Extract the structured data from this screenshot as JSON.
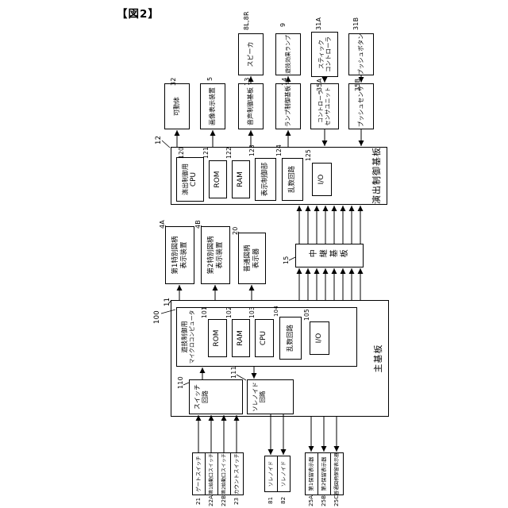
{
  "figure_label": "【図2】",
  "blocks": {
    "speaker": {
      "ref": "8L,8R",
      "label": "スピーカ"
    },
    "effect_lamp": {
      "ref": "9",
      "label": "遊技効果ランプ"
    },
    "stick_controller": {
      "ref": "31A",
      "line1": "スティック",
      "line2": "コントローラ"
    },
    "push_button": {
      "ref": "31B",
      "label": "プッシュボタン"
    },
    "movable_body": {
      "ref": "32",
      "label": "可動体"
    },
    "image_display": {
      "ref": "5",
      "label": "画像表示装置"
    },
    "audio_control_board": {
      "ref": "13",
      "label": "音声制御基板"
    },
    "lamp_control_board": {
      "ref": "14",
      "label": "ランプ制御基板"
    },
    "controller_sensor_unit": {
      "ref": "35A",
      "line1": "コントローラ",
      "line2": "センサユニット"
    },
    "push_sensor": {
      "ref": "35B",
      "label": "プッシュセンサ"
    },
    "special_display_1": {
      "ref": "4A",
      "line1": "第1特別図柄",
      "line2": "表示装置"
    },
    "special_display_2": {
      "ref": "4B",
      "line1": "第2特別図柄",
      "line2": "表示装置"
    },
    "normal_display": {
      "ref": "20",
      "line1": "普通図柄",
      "line2": "表示器"
    },
    "relay_board": {
      "ref": "15",
      "label": "中継基板"
    },
    "gate_switch": {
      "ref": "21",
      "label": "ゲートスイッチ"
    },
    "start_switch_1": {
      "ref": "22A",
      "label": "第1始動口スイッチ"
    },
    "start_switch_2": {
      "ref": "22B",
      "label": "第2始動口スイッチ"
    },
    "count_switch": {
      "ref": "23",
      "label": "カウントスイッチ"
    },
    "solenoid_81": {
      "ref": "81",
      "label": "ソレノイド"
    },
    "solenoid_82": {
      "ref": "82",
      "label": "ソレノイド"
    },
    "hold_display_1": {
      "ref": "25A",
      "label": "第1保留表示器"
    },
    "hold_display_2": {
      "ref": "25B",
      "label": "第2保留表示器"
    },
    "normal_hold_display": {
      "ref": "25C",
      "label": "普通図柄保留表示器"
    }
  },
  "effect_board": {
    "ref": "12",
    "label": "演出制御基板",
    "cpu": {
      "ref": "120",
      "line1": "演出制御用",
      "line2": "CPU"
    },
    "rom": {
      "ref": "121",
      "label": "ROM"
    },
    "ram": {
      "ref": "122",
      "label": "RAM"
    },
    "display_control": {
      "ref": "123",
      "label": "表示制御部"
    },
    "random_circuit": {
      "ref": "124",
      "label": "乱数回路"
    },
    "io": {
      "ref": "125",
      "label": "I/O"
    }
  },
  "main_board": {
    "ref": "11",
    "label": "主基板",
    "micom": {
      "ref": "100",
      "line1": "遊技制御用",
      "line2": "マイクロコンピュータ",
      "rom": {
        "ref": "101",
        "label": "ROM"
      },
      "ram": {
        "ref": "102",
        "label": "RAM"
      },
      "cpu": {
        "ref": "103",
        "label": "CPU"
      },
      "random_circuit": {
        "ref": "104",
        "label": "乱数回路"
      },
      "io": {
        "ref": "105",
        "label": "I/O"
      }
    },
    "switch_circuit": {
      "ref": "110",
      "line1": "スイッチ",
      "line2": "回路"
    },
    "solenoid_circuit": {
      "ref": "111",
      "line1": "ソレノイド",
      "line2": "回路"
    }
  },
  "colors": {
    "line": "#000000",
    "background": "#ffffff"
  }
}
